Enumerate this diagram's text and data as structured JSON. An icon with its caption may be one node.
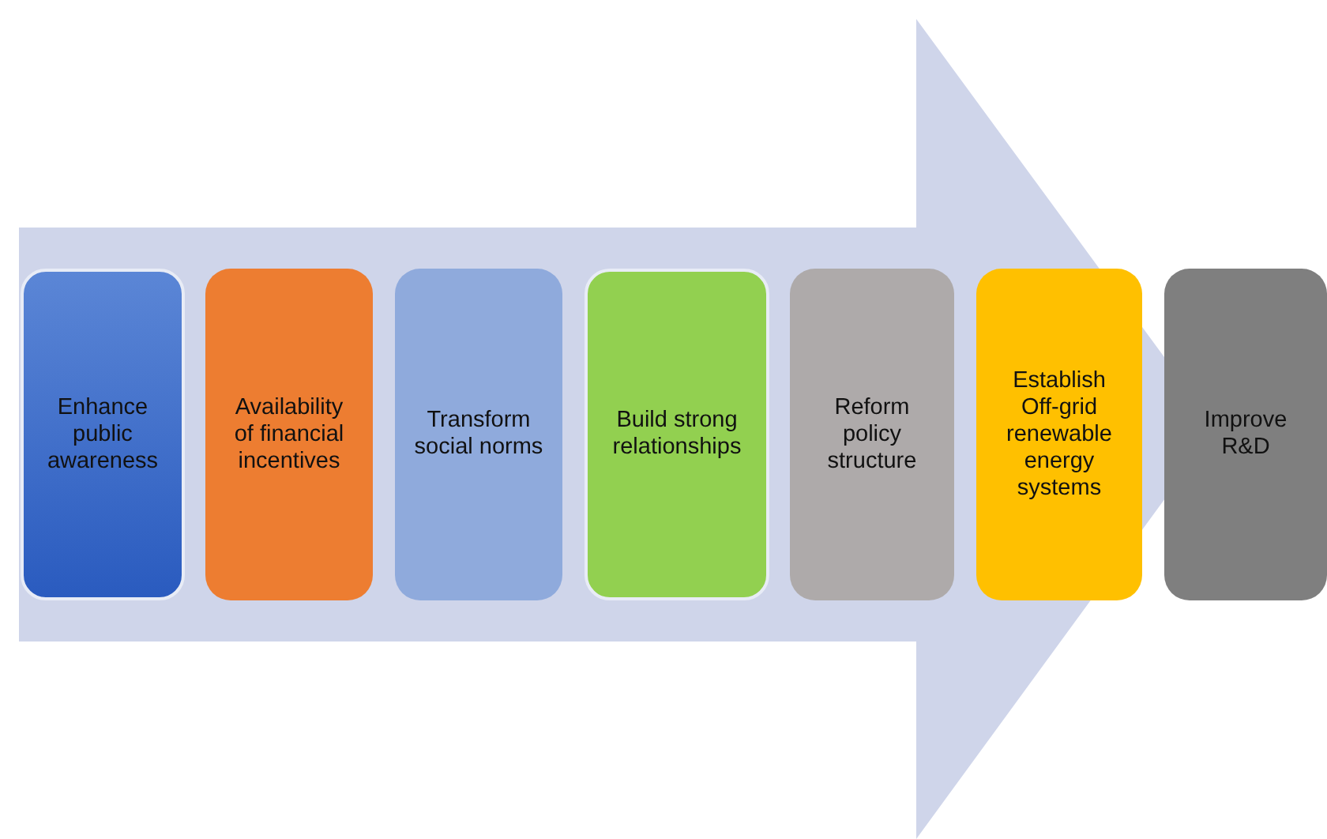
{
  "diagram": {
    "nodes": [
      {
        "text": [
          "Enhance public awareness"
        ]
      },
      {
        "text": [
          "Availability of financial incentives"
        ]
      },
      {
        "text": [
          "Transform social norms"
        ]
      },
      {
        "text": [
          "Build strong relationships"
        ]
      },
      {
        "text": [
          "Reform policy structure"
        ]
      },
      {
        "text": [
          "Establish Off-grid renewable energy systems"
        ]
      },
      {
        "text": [
          "Improve R&D"
        ]
      }
    ],
    "edges": [
      {
        "from": 0,
        "to": 6,
        "arrow": "to"
      }
    ]
  }
}
